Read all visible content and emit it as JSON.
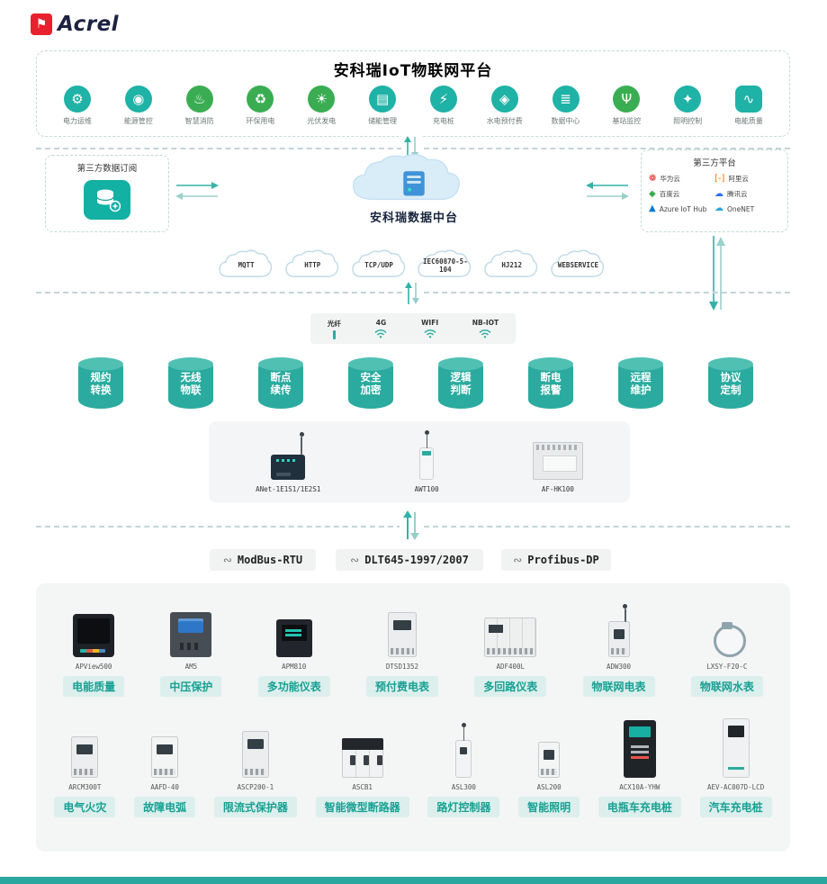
{
  "brand": {
    "name": "Acrel"
  },
  "platform": {
    "title": "安科瑞IoT物联网平台",
    "apps": [
      {
        "label": "电力运维",
        "glyph": "⚙",
        "color": "#1fb2a6"
      },
      {
        "label": "能源管控",
        "glyph": "◉",
        "color": "#1fb2a6"
      },
      {
        "label": "智慧消防",
        "glyph": "♨",
        "color": "#3aad52"
      },
      {
        "label": "环保用电",
        "glyph": "♻",
        "color": "#3aad52"
      },
      {
        "label": "光伏发电",
        "glyph": "☀",
        "color": "#3aad52"
      },
      {
        "label": "储能管理",
        "glyph": "▤",
        "color": "#1fb2a6"
      },
      {
        "label": "充电桩",
        "glyph": "⚡",
        "color": "#1fb2a6"
      },
      {
        "label": "水电预付费",
        "glyph": "◈",
        "color": "#1fb2a6"
      },
      {
        "label": "数据中心",
        "glyph": "≣",
        "color": "#1fb2a6"
      },
      {
        "label": "基站监控",
        "glyph": "Ψ",
        "color": "#3aad52"
      },
      {
        "label": "照明控制",
        "glyph": "✦",
        "color": "#1fb2a6"
      },
      {
        "label": "电能质量",
        "glyph": "∿",
        "color": "#1fb2a6"
      }
    ]
  },
  "integration": {
    "left_box": {
      "title": "第三方数据订阅"
    },
    "center_cloud": {
      "title": "安科瑞数据中台"
    },
    "right_box": {
      "title": "第三方平台",
      "providers": [
        {
          "name": "华为云",
          "glyph": "❁",
          "color": "#e2231a"
        },
        {
          "name": "阿里云",
          "glyph": "[-]",
          "color": "#ff6a00"
        },
        {
          "name": "百度云",
          "glyph": "◆",
          "color": "#3aad52"
        },
        {
          "name": "腾讯云",
          "glyph": "☁",
          "color": "#2b6def"
        },
        {
          "name": "Azure IoT Hub",
          "glyph": "▲",
          "color": "#0078d4"
        },
        {
          "name": "OneNET",
          "glyph": "☁",
          "color": "#29a3dd"
        }
      ]
    },
    "protocol_clouds": [
      "MQTT",
      "HTTP",
      "TCP/UDP",
      "IEC60870-5-104",
      "HJ212",
      "WEBSERVICE"
    ]
  },
  "network": {
    "items": [
      {
        "label": "光纤",
        "icon": "fiber-icon"
      },
      {
        "label": "4G",
        "icon": "wifi-icon"
      },
      {
        "label": "WIFI",
        "icon": "wifi-icon"
      },
      {
        "label": "NB-IOT",
        "icon": "wifi-icon"
      }
    ]
  },
  "features": [
    "规约转换",
    "无线物联",
    "断点续传",
    "安全加密",
    "逻辑判断",
    "断电报警",
    "远程维护",
    "协议定制"
  ],
  "gateways": [
    {
      "model": "ANet-1E1S1/1E2S1"
    },
    {
      "model": "AWT100"
    },
    {
      "model": "AF-HK100"
    }
  ],
  "field_protocols": [
    {
      "label": "ModBus-RTU",
      "glyph": "∾"
    },
    {
      "label": "DLT645-1997/2007",
      "glyph": "∾"
    },
    {
      "label": "Profibus-DP",
      "glyph": "∾"
    }
  ],
  "devices": {
    "row1": [
      {
        "model": "APView500",
        "label": "电能质量"
      },
      {
        "model": "AM5",
        "label": "中压保护"
      },
      {
        "model": "APM810",
        "label": "多功能仪表"
      },
      {
        "model": "DTSD1352",
        "label": "预付费电表"
      },
      {
        "model": "ADF400L",
        "label": "多回路仪表"
      },
      {
        "model": "ADW300",
        "label": "物联网电表"
      },
      {
        "model": "LXSY-F20-C",
        "label": "物联网水表"
      }
    ],
    "row2": [
      {
        "model": "ARCM300T",
        "label": "电气火灾"
      },
      {
        "model": "AAFD-40",
        "label": "故障电弧"
      },
      {
        "model": "ASCP200-1",
        "label": "限流式保护器"
      },
      {
        "model": "ASCB1",
        "label": "智能微型断路器"
      },
      {
        "model": "ASL300",
        "label": "路灯控制器"
      },
      {
        "model": "ASL200",
        "label": "智能照明"
      },
      {
        "model": "ACX10A-YHW",
        "label": "电瓶车充电桩"
      },
      {
        "model": "AEV-AC007D-LCD",
        "label": "汽车充电桩"
      }
    ]
  },
  "colors": {
    "accent_teal": "#2bab9f",
    "accent_green": "#3aad52",
    "tag_bg": "#dcefec",
    "tag_text": "#17a093",
    "brand_red": "#e8212e",
    "footer_bar": "#2aa79e"
  }
}
